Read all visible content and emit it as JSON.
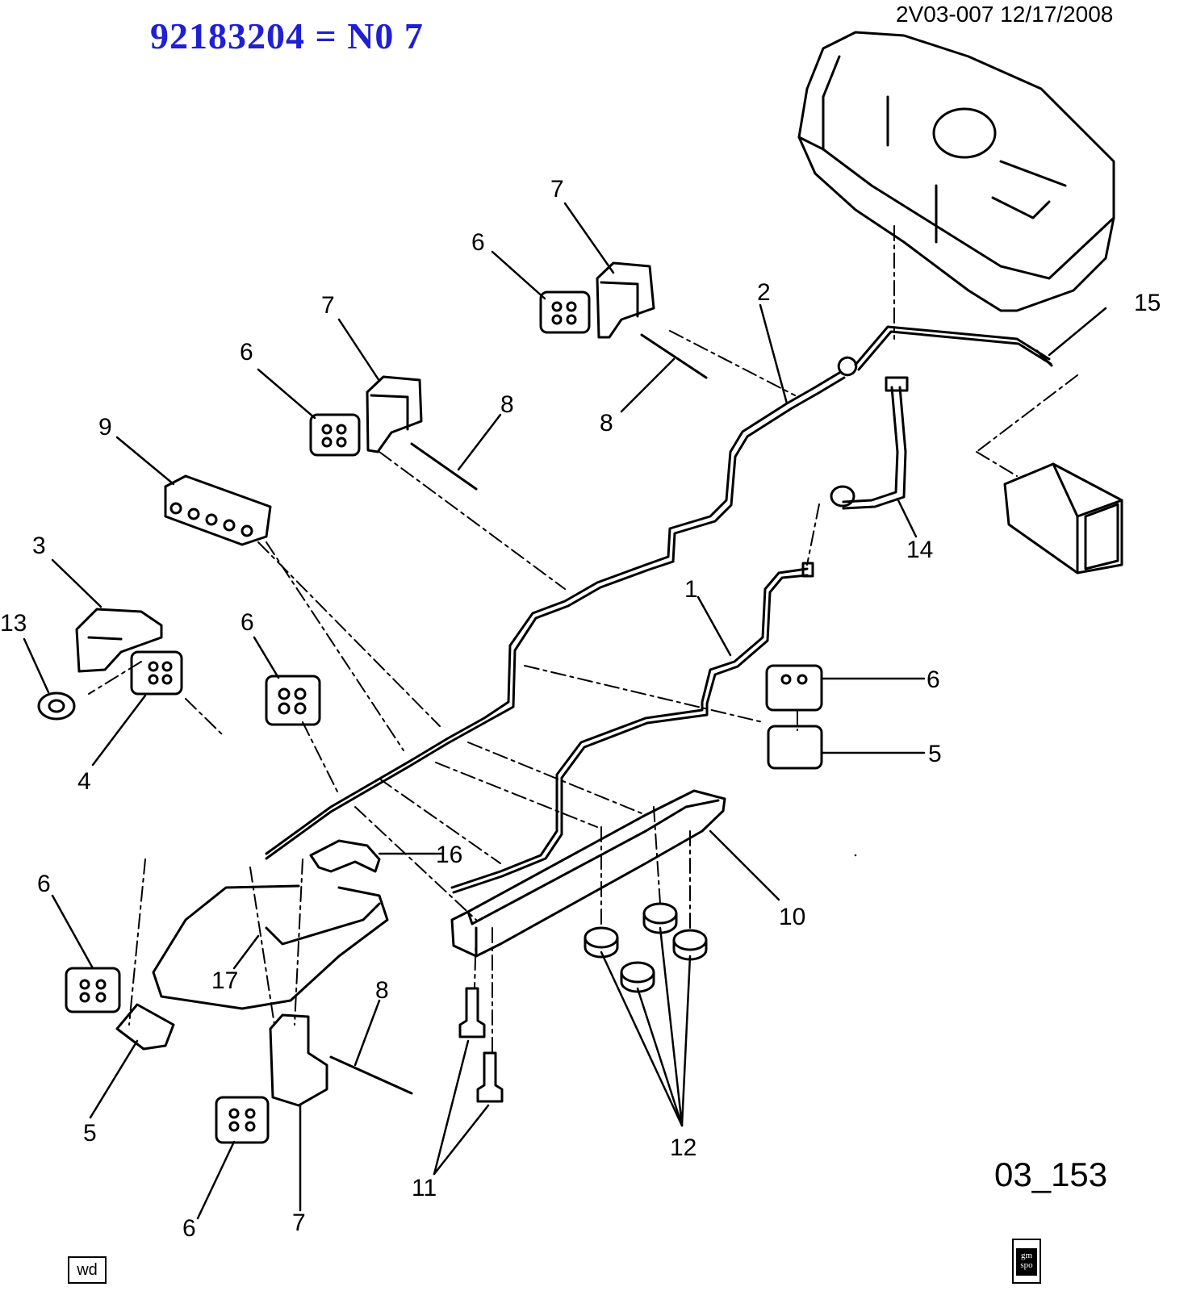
{
  "header": {
    "title": "92183204 = N0 7",
    "reference": "2V03-007  12/17/2008"
  },
  "footer": {
    "figure_id": "03_153",
    "wd_label": "wd",
    "logo_text": "gm spo"
  },
  "callouts": {
    "c1": "1",
    "c2": "2",
    "c3": "3",
    "c4": "4",
    "c5a": "5",
    "c5b": "5",
    "c6a": "6",
    "c6b": "6",
    "c6c": "6",
    "c6d": "6",
    "c6e": "6",
    "c6f": "6",
    "c7a": "7",
    "c7b": "7",
    "c7c": "7",
    "c8a": "8",
    "c8b": "8",
    "c8c": "8",
    "c9": "9",
    "c10": "10",
    "c11": "11",
    "c12": "12",
    "c13": "13",
    "c14": "14",
    "c15": "15",
    "c16": "16",
    "c17": "17"
  },
  "colors": {
    "title_blue": "#1f1fd6",
    "line": "#000000"
  }
}
